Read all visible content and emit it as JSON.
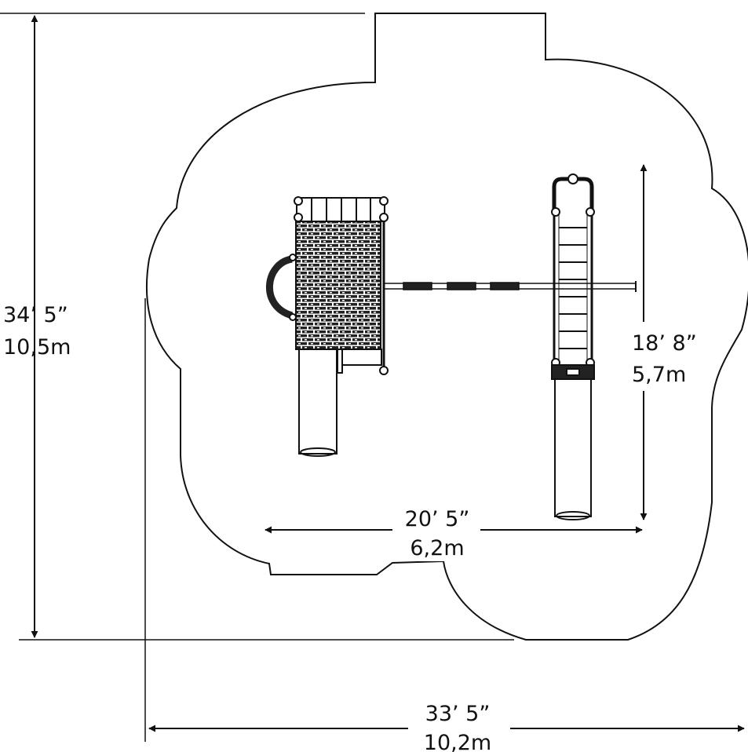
{
  "dimensions": {
    "overall_height": {
      "imperial": "34’ 5”",
      "metric": "10,5m"
    },
    "overall_width": {
      "imperial": "33’ 5”",
      "metric": "10,2m"
    },
    "equipment_depth": {
      "imperial": "18’ 8”",
      "metric": "5,7m"
    },
    "equipment_width": {
      "imperial": "20’ 5”",
      "metric": "6,2m"
    }
  },
  "colors": {
    "line": "#111111",
    "background": "#ffffff",
    "rock_wall": "#222222"
  }
}
